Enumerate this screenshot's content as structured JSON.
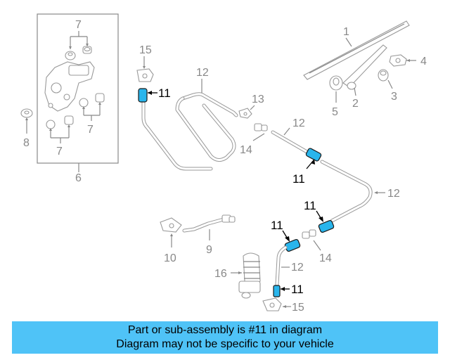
{
  "callouts": {
    "c1": "1",
    "c2": "2",
    "c3": "3",
    "c4": "4",
    "c5": "5",
    "c6": "6",
    "c7a": "7",
    "c7b": "7",
    "c7c": "7",
    "c8": "8",
    "c9": "9",
    "c10": "10",
    "c11a": "11",
    "c11b": "11",
    "c11c": "11",
    "c11d": "11",
    "c11e": "11",
    "c12a": "12",
    "c12b": "12",
    "c12c": "12",
    "c12d": "12",
    "c13": "13",
    "c14a": "14",
    "c14b": "14",
    "c15a": "15",
    "c15b": "15",
    "c16": "16"
  },
  "banner": {
    "line1": "Part or sub-assembly is #11 in diagram",
    "line2": "Diagram may not be specific to your vehicle"
  },
  "colors": {
    "highlight": "#29B5EC",
    "banner": "#4FC3F7",
    "parts": "#999999"
  }
}
